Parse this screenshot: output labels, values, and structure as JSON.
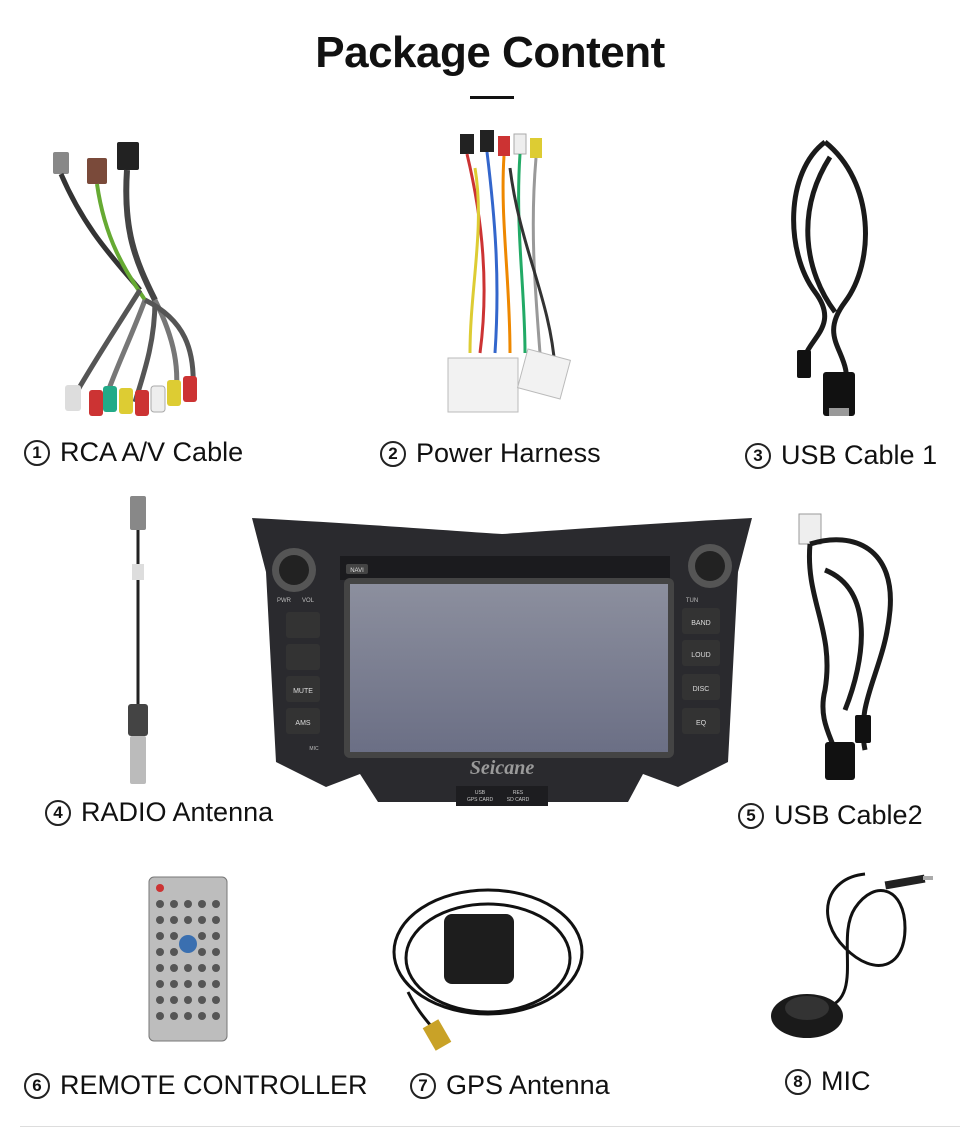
{
  "page": {
    "title": "Package Content"
  },
  "items": [
    {
      "num": "1",
      "label": "RCA A/V Cable"
    },
    {
      "num": "2",
      "label": "Power Harness"
    },
    {
      "num": "3",
      "label": "USB Cable 1"
    },
    {
      "num": "4",
      "label": "RADIO Antenna"
    },
    {
      "num": "5",
      "label": "USB Cable2"
    },
    {
      "num": "6",
      "label": "REMOTE  CONTROLLER"
    },
    {
      "num": "7",
      "label": "GPS Antenna"
    },
    {
      "num": "8",
      "label": "MIC"
    }
  ],
  "head_unit": {
    "brand": "Seicane",
    "left_buttons": [
      "MUTE",
      "AMS"
    ],
    "right_buttons": [
      "BAND",
      "LOUD",
      "DISC",
      "EQ"
    ],
    "top_label": "NAVI",
    "knob_left_labels": [
      "PWR",
      "VOL"
    ],
    "knob_right_label": "TUN",
    "mic_label": "MIC",
    "slot_labels": [
      "USB",
      "GPS CARD",
      "RES",
      "SD CARD"
    ]
  }
}
